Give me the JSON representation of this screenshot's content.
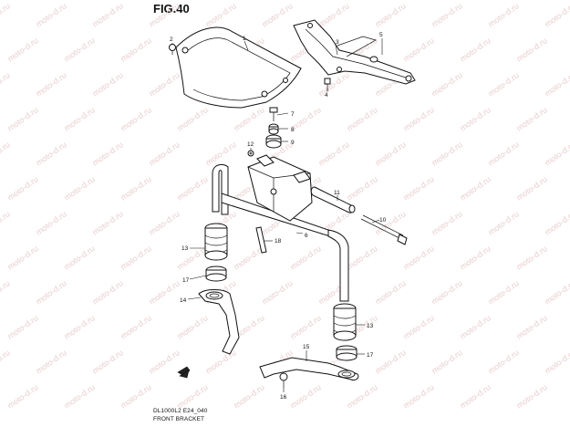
{
  "figure": {
    "title": "FIG.40",
    "model_code": "DL1000L2 E24_040",
    "caption": "FRONT BRACKET",
    "watermark": "moto-d.ru"
  },
  "callouts": {
    "c1": "1",
    "c2": "2",
    "c3": "3",
    "c4": "4",
    "c5": "5",
    "c6": "6",
    "c7": "7",
    "c8": "8",
    "c9": "9",
    "c10": "10",
    "c11": "11",
    "c12": "12",
    "c13a": "13",
    "c13b": "13",
    "c14": "14",
    "c15": "15",
    "c16": "16",
    "c17a": "17",
    "c17b": "17",
    "c18": "18"
  },
  "icons": {
    "front_arrow": "front-direction-arrow-icon"
  },
  "colors": {
    "line": "#111111",
    "watermark": "#e8cfcf"
  }
}
